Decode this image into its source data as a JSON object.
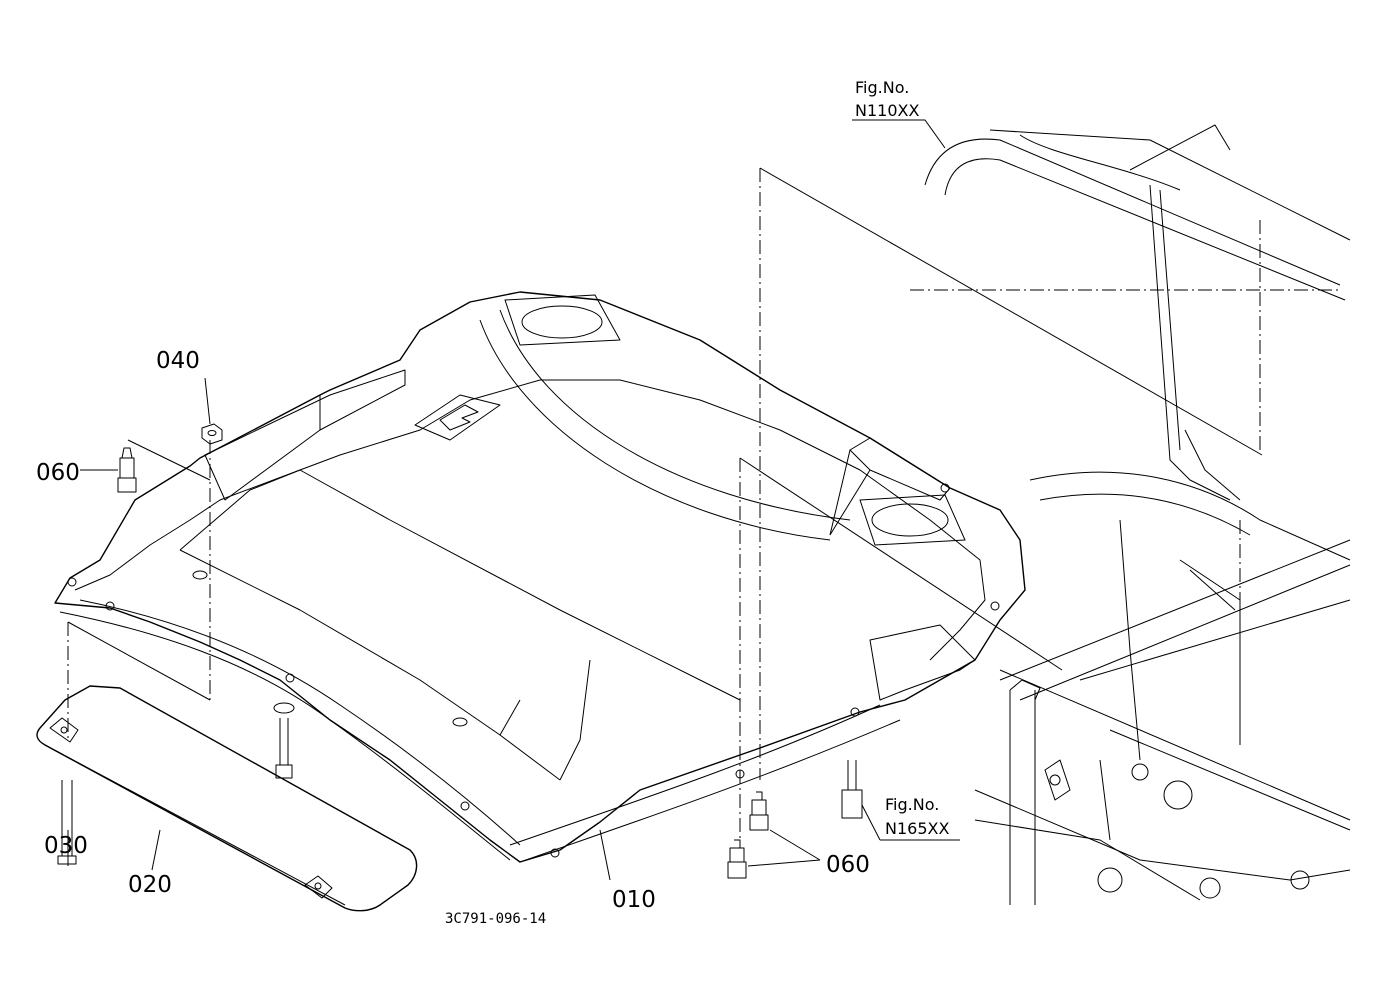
{
  "labels": {
    "p010": "010",
    "p020": "020",
    "p030": "030",
    "p040": "040",
    "p060_left": "060",
    "p060_right": "060"
  },
  "fig_refs": [
    {
      "title": "Fig.No.",
      "number": "N110XX"
    },
    {
      "title": "Fig.No.",
      "number": "N165XX"
    }
  ],
  "drawing_code": "3C791-096-14",
  "colors": {
    "ink": "#000000",
    "paper": "#ffffff"
  }
}
